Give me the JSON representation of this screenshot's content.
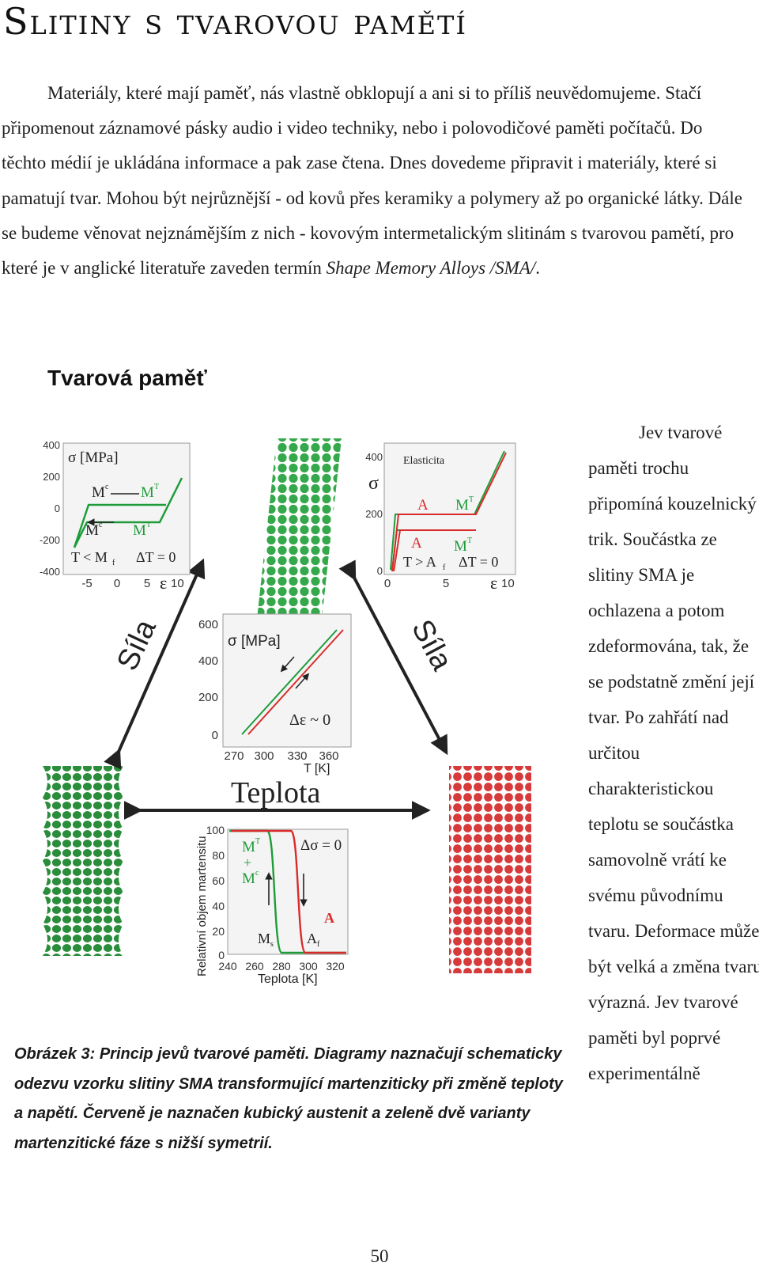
{
  "page": {
    "title": "Slitiny s tvarovou pamětí",
    "page_number": "50"
  },
  "intro": {
    "s1": "Materiály, které mají paměť, nás vlastně obklopují a ani si to příliš neuvědomujeme. Stačí připomenout záznamové pásky audio i video techniky, nebo i polovodičové paměti počítačů. Do těchto médií je ukládána informace a pak zase čtena. Dnes dovedeme připravit i materiály, které si pamatují tvar. Mohou být nejrůznější - od kovů přes keramiky a polymery až po organické látky. Dále se budeme věnovat nejznámějším z nich - kovovým intermetalickým slitinám s tvarovou pamětí, pro které je v anglické literatuře zaveden termín ",
    "term": "Shape Memory Alloys /SMA/",
    "s2": "."
  },
  "figure": {
    "heading": "Tvarová paměť",
    "label_sila_left": "Síla",
    "label_sila_right": "Síla",
    "label_teplota": "Teplota",
    "caption": "Obrázek 3: Princip jevů tvarové paměti. Diagramy naznačují schematicky odezvu vzorku slitiny SMA transformující martenziticky při změně teploty a napětí. Červeně je naznačen kubický austenit a zeleně dvě varianty martenzitické fáze s nižší symetrií.",
    "colors": {
      "green": "#1f9c3a",
      "red": "#d92b2b",
      "light_green": "#5cc35a",
      "axis": "#222222",
      "plot_bg": "#f4f4f4"
    },
    "plot_tl": {
      "ylabel": "σ [MPa]",
      "yticks": [
        "400",
        "200",
        "0",
        "-200",
        "-400"
      ],
      "xticks": [
        "-5",
        "0",
        "5"
      ],
      "xlabel": "ε",
      "xlabel_tick": "10",
      "label_mc_top": "M",
      "label_mt_top": "M",
      "label_mc_bottom": "M",
      "label_mt_bottom": "M",
      "sup_c": "c",
      "sup_t": "T",
      "cond_left": "T < M",
      "cond_left_sub": "f",
      "cond_right": "ΔT = 0"
    },
    "plot_tr": {
      "ylabel": "σ",
      "inner_label": "Elasticita",
      "yticks": [
        "400",
        "200",
        "0"
      ],
      "xticks": [
        "0",
        "5"
      ],
      "xlabel": "ε",
      "xlabel_tick": "10",
      "label_a_top": "A",
      "label_mt_top": "M",
      "label_a_bottom": "A",
      "label_mt_bottom": "M",
      "sup_t": "T",
      "cond_left": "T > A",
      "cond_left_sub": "f",
      "cond_right": "ΔT = 0"
    },
    "plot_center": {
      "ylabel": "σ [MPa]",
      "yticks": [
        "600",
        "400",
        "200",
        "0"
      ],
      "xticks": [
        "270",
        "300",
        "330",
        "360"
      ],
      "xlabel": "T [K]",
      "annotation": "Δε ~ 0"
    },
    "plot_bottom": {
      "ylabel": "Relativní objem martensitu",
      "yticks": [
        "100",
        "80",
        "60",
        "40",
        "20",
        "0"
      ],
      "xticks": [
        "240",
        "260",
        "280",
        "300",
        "320"
      ],
      "xlabel": "Teplota [K]",
      "label_mt": "M",
      "label_plus": "+",
      "label_mc": "M",
      "sup_t": "T",
      "sup_c": "c",
      "annotation": "Δσ = 0",
      "label_ms": "M",
      "label_ms_sub": "s",
      "label_af": "A",
      "label_af_sub": "f",
      "label_a": "A"
    }
  },
  "sidebar": {
    "text": "Jev tvarové paměti trochu připomíná kouzelnický trik. Součástka ze slitiny SMA je ochlazena a potom zdeformována, tak, že se podstatně změní její tvar. Po zahřátí nad určitou charakteristickou teplotu se součástka samovolně vrátí ke svému původnímu tvaru. Deformace může být velká a změna tvaru výrazná. Jev tvarové paměti byl poprvé experimentálně"
  }
}
